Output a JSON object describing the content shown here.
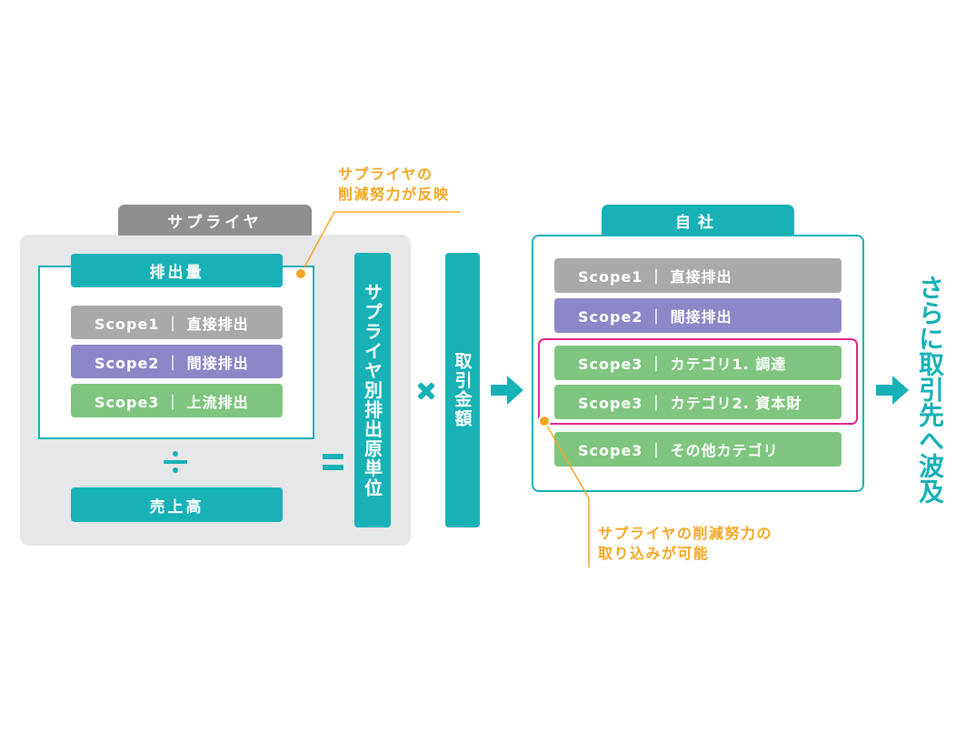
{
  "supplier": {
    "tab_label": "サプライヤ",
    "emissions_label": "排出量",
    "scopes": [
      {
        "label": "Scope1 ｜ 直接排出",
        "color": "#a8a9ab"
      },
      {
        "label": "Scope2 ｜ 間接排出",
        "color": "#8c87c6"
      },
      {
        "label": "Scope3 ｜ 上流排出",
        "color": "#7fc57f"
      }
    ],
    "sales_label": "売上高",
    "callout": [
      "サプライヤの",
      "削減努力が反映"
    ]
  },
  "intensity_label": "サプライヤ別排出原単位",
  "transaction_label": "取引金額",
  "company": {
    "tab_label": "自社",
    "scopes": [
      {
        "label": "Scope1 ｜ 直接排出",
        "color": "#a8a9ab"
      },
      {
        "label": "Scope2 ｜ 間接排出",
        "color": "#8c87c6"
      },
      {
        "label": "Scope3 ｜ カテゴリ1. 調達",
        "color": "#7fc57f"
      },
      {
        "label": "Scope3 ｜ カテゴリ2. 資本財",
        "color": "#7fc57f"
      },
      {
        "label": "Scope3 ｜ その他カテゴリ",
        "color": "#7fc57f"
      }
    ],
    "callout": [
      "サプライヤの削減努力の",
      "取り込みが可能"
    ]
  },
  "ripple_label": "さらに取引先へ波及",
  "icons": {
    "divide": "divide-icon",
    "equals": "equals-icon",
    "multiply": "multiply-icon",
    "arrow": "arrow-right-icon"
  },
  "colors": {
    "teal": "#17b1b6",
    "panel_gray": "#e6e7e8",
    "tab_gray": "#8e8f91",
    "orange": "#f5a623",
    "magenta": "#e2248b"
  }
}
